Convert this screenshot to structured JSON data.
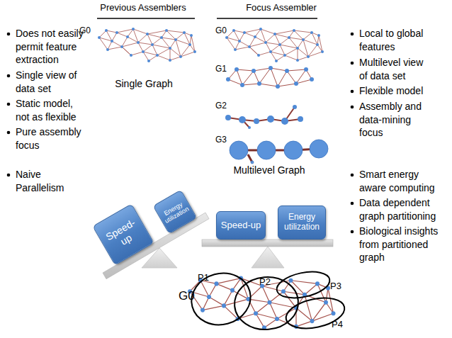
{
  "diagram": {
    "nodes": [
      {
        "text": [
          "Speed- up"
        ]
      },
      {
        "text": [
          "Energy utilization"
        ]
      },
      {
        "text": [
          "Speed-up"
        ]
      },
      {
        "text": [
          "Energy utilization"
        ]
      }
    ],
    "labels": [
      "Previous Assemblers",
      "Focus Assembler",
      "Does not easily permit feature extraction",
      "Single view of data set",
      "Static model, not as flexible",
      "Pure assembly focus",
      "Naive Parallelism",
      "Local to global features",
      "Multilevel view of data set",
      "Flexible model",
      "Assembly and data-mining focus",
      "Smart energy aware computing",
      "Data dependent graph partitioning",
      "Biological insights from partitioned graph",
      "G0",
      "Single Graph",
      "G0",
      "G1",
      "G2",
      "G3",
      "Multilevel Graph",
      "G0",
      "P1",
      "P2",
      "P3",
      "P4"
    ]
  }
}
